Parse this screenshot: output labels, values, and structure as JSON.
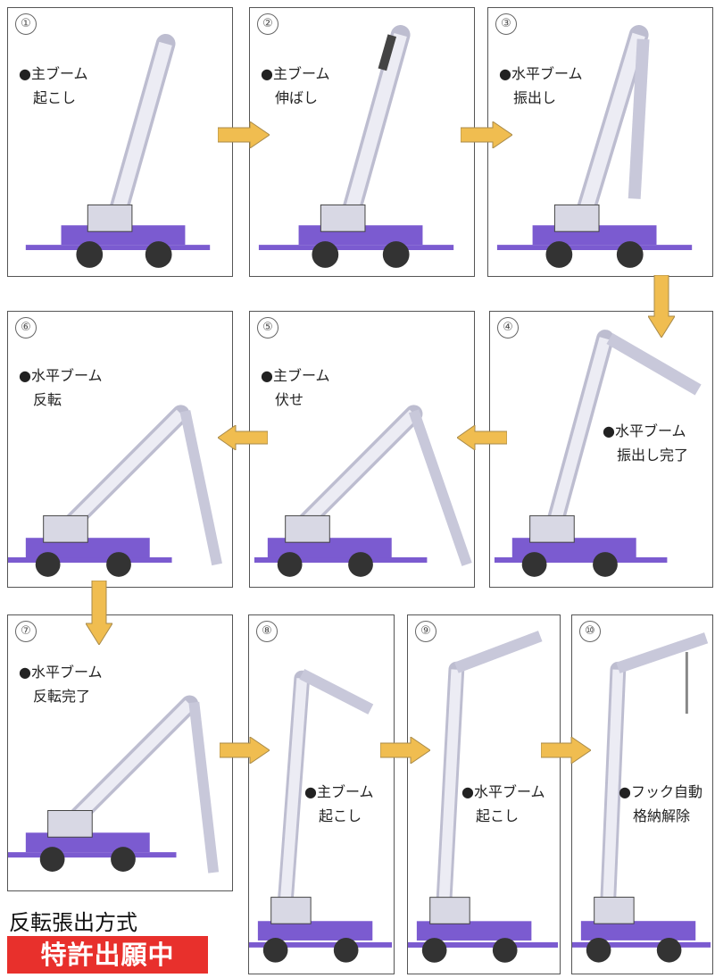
{
  "steps": [
    {
      "num": "①",
      "line1": "●主ブーム",
      "line2": "起こし"
    },
    {
      "num": "②",
      "line1": "●主ブーム",
      "line2": "伸ばし"
    },
    {
      "num": "③",
      "line1": "●水平ブーム",
      "line2": "振出し"
    },
    {
      "num": "④",
      "line1": "●水平ブーム",
      "line2": "振出し完了"
    },
    {
      "num": "⑤",
      "line1": "●主ブーム",
      "line2": "伏せ"
    },
    {
      "num": "⑥",
      "line1": "●水平ブーム",
      "line2": "反転"
    },
    {
      "num": "⑦",
      "line1": "●水平ブーム",
      "line2": "反転完了"
    },
    {
      "num": "⑧",
      "line1": "●主ブーム",
      "line2": "起こし"
    },
    {
      "num": "⑨",
      "line1": "●水平ブーム",
      "line2": "起こし"
    },
    {
      "num": "⑩",
      "line1": "●フック自動",
      "line2": "格納解除"
    }
  ],
  "footer": {
    "method": "反転張出方式",
    "patent_badge": "特許出願中"
  },
  "colors": {
    "crane_body": "#7b5bd0",
    "boom": "#e6e6f2",
    "arrow": "#f0bd50",
    "badge": "#e8302c"
  }
}
